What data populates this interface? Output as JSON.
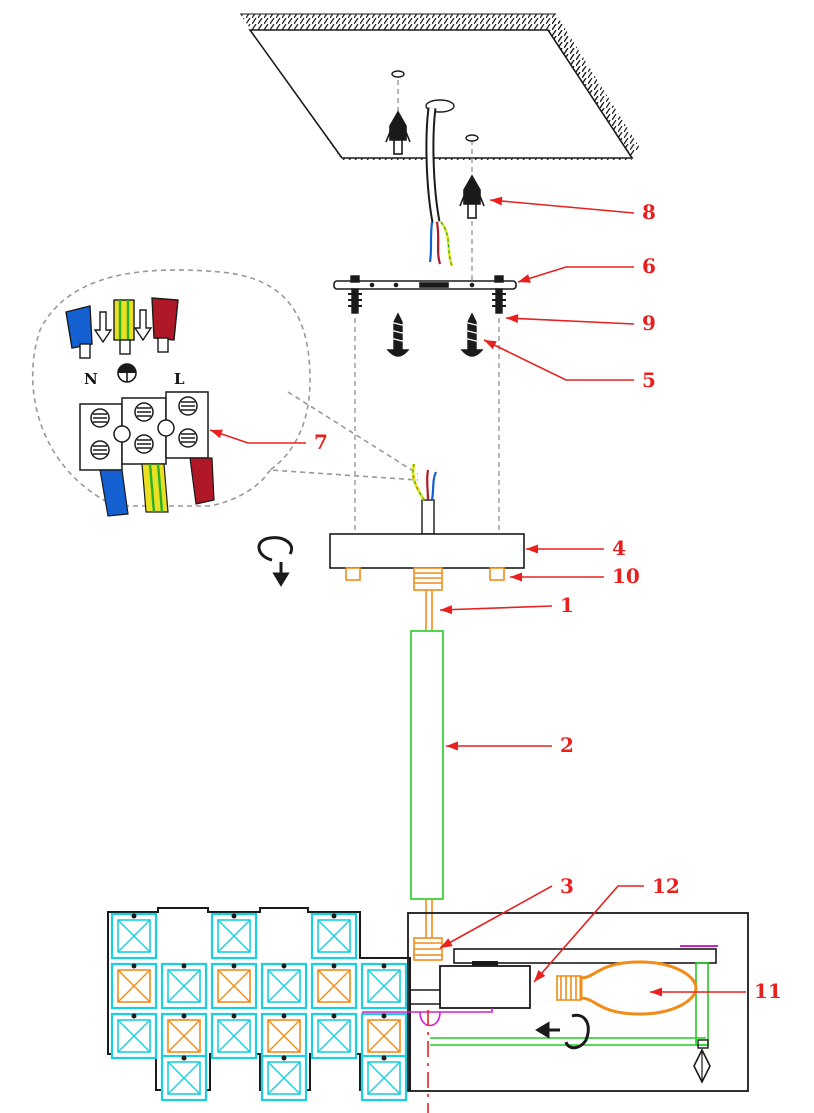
{
  "colors": {
    "callout": "#e8201e",
    "outline": "#1a1a1a",
    "orange": "#f28c18",
    "green": "#22cc22",
    "cyan": "#18d0e0",
    "magenta": "#d020d0",
    "neutral_wire": "#1460d0",
    "live_wire": "#b01828",
    "earth_wire_yellow": "#e8e020",
    "earth_wire_green": "#28b028"
  },
  "terminal_labels": {
    "neutral": "N",
    "live": "L"
  },
  "callouts": [
    {
      "label": "1"
    },
    {
      "label": "2"
    },
    {
      "label": "3"
    },
    {
      "label": "4"
    },
    {
      "label": "5"
    },
    {
      "label": "6"
    },
    {
      "label": "7"
    },
    {
      "label": "8"
    },
    {
      "label": "9"
    },
    {
      "label": "10"
    },
    {
      "label": "11"
    },
    {
      "label": "12"
    }
  ],
  "icons": [
    "rotate-arrow-icon",
    "rotate-arrow-icon",
    "earth-symbol-icon",
    "arrow-down-icon",
    "arrow-left-icon"
  ]
}
